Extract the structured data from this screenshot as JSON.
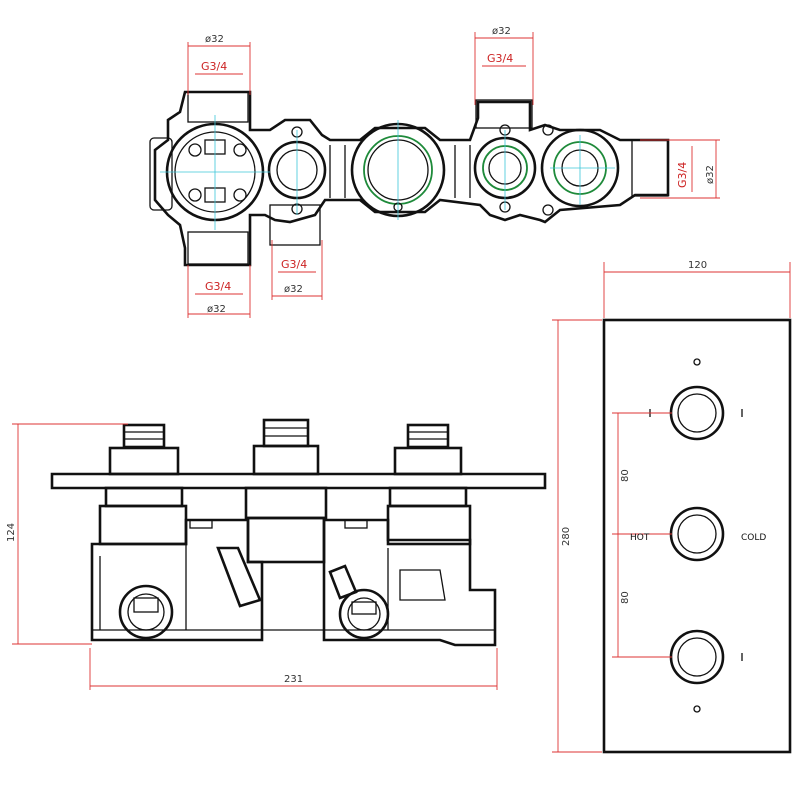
{
  "dimensions": {
    "top_d32_left": "ø32",
    "top_g34_left": "G3/4",
    "top_d32_right": "ø32",
    "top_g34_right": "G3/4",
    "right_g34": "G3/4",
    "right_d32": "ø32",
    "bottom_g34_mid": "G3/4",
    "bottom_d32_mid": "ø32",
    "bottom_g34_left": "G3/4",
    "bottom_d32_left": "ø32",
    "side_height": "124",
    "side_width": "231",
    "plate_width": "120",
    "plate_height": "280",
    "spacing_upper": "80",
    "spacing_lower": "80"
  },
  "labels": {
    "hot": "HOT",
    "cold": "COLD"
  },
  "colors": {
    "outline": "#111111",
    "dimension": "#cc2222",
    "centerline": "#3bc6d8",
    "seal": "#1e8a3a"
  }
}
